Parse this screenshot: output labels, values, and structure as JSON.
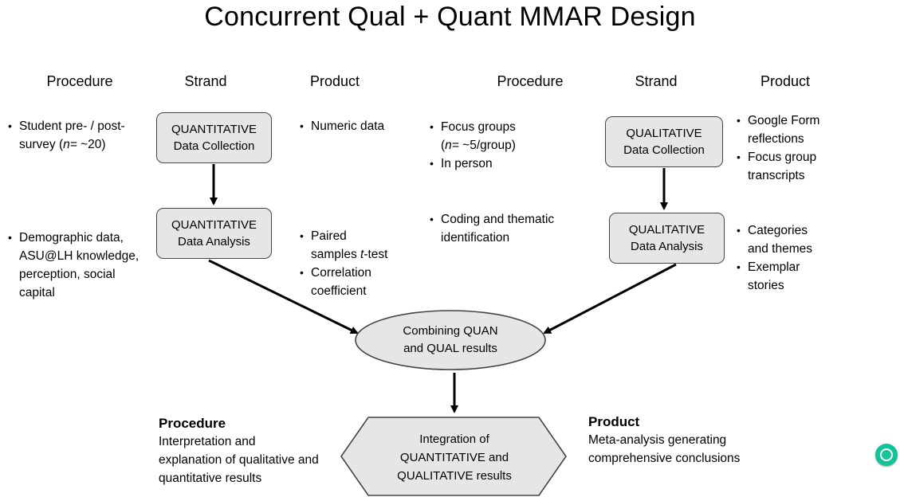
{
  "title": "Concurrent Qual + Quant MMAR Design",
  "headers": {
    "left": {
      "procedure": "Procedure",
      "strand": "Strand",
      "product": "Product"
    },
    "right": {
      "procedure": "Procedure",
      "strand": "Strand",
      "product": "Product"
    }
  },
  "quant": {
    "collection": {
      "line1": "QUANTITATIVE",
      "line2": "Data Collection"
    },
    "analysis": {
      "line1": "QUANTITATIVE",
      "line2": "Data Analysis"
    },
    "collection_procedure": [
      "Student pre- / post-",
      "survey (",
      "n=",
      " ~20)"
    ],
    "collection_product": [
      "Numeric data"
    ],
    "analysis_procedure": [
      "Demographic data,",
      "ASU@LH knowledge,",
      "perception, social",
      "capital"
    ],
    "analysis_product": {
      "item1_a": "Paired",
      "item1_b": "samples ",
      "item1_c": "t",
      "item1_d": "-test",
      "item2_a": "Correlation",
      "item2_b": "coefficient"
    }
  },
  "qual": {
    "collection": {
      "line1": "QUALITATIVE",
      "line2": "Data Collection"
    },
    "analysis": {
      "line1": "QUALITATIVE",
      "line2": "Data Analysis"
    },
    "collection_procedure": {
      "item1_a": "Focus groups",
      "item1_b": "(",
      "item1_c": "n=",
      "item1_d": " ~5/group)",
      "item2": "In person"
    },
    "collection_product": {
      "item1_a": "Google Form",
      "item1_b": "reflections",
      "item2_a": "Focus group",
      "item2_b": "transcripts"
    },
    "analysis_procedure": {
      "item1_a": "Coding and thematic",
      "item1_b": "identification"
    },
    "analysis_product": {
      "item1_a": "Categories",
      "item1_b": "and themes",
      "item2_a": "Exemplar",
      "item2_b": "stories"
    }
  },
  "combine": {
    "line1": "Combining QUAN",
    "line2": "and QUAL results"
  },
  "integration": {
    "line1": "Integration of",
    "line2": "QUANTITATIVE and",
    "line3": "QUALITATIVE results"
  },
  "bottom_procedure": {
    "heading": "Procedure",
    "line1": "Interpretation and",
    "line2": "explanation of qualitative and",
    "line3": "quantitative results"
  },
  "bottom_product": {
    "heading": "Product",
    "line1": "Meta-analysis generating",
    "line2": "comprehensive conclusions"
  },
  "colors": {
    "box_fill": "#e6e6e6",
    "box_border": "#444444",
    "arrow": "#000000",
    "grammarly": "#15c39a"
  },
  "icons": {
    "grammarly": "grammarly-icon"
  }
}
